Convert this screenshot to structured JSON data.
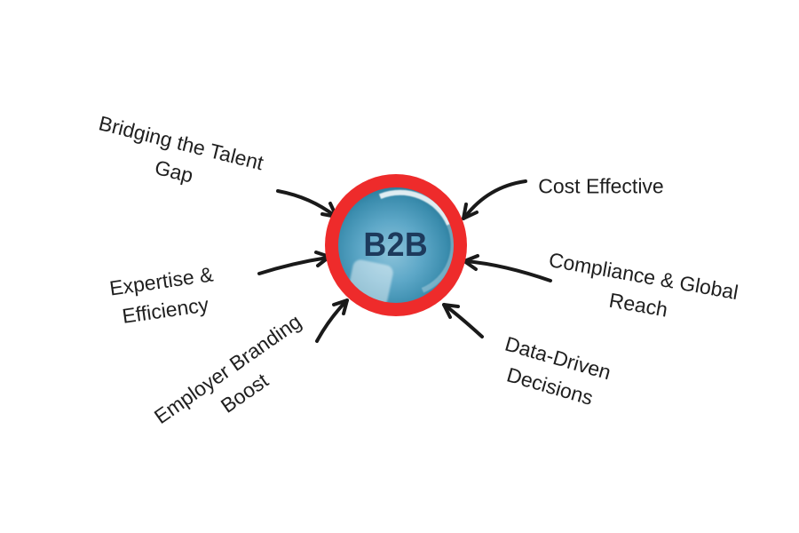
{
  "center": {
    "label": "B2B"
  },
  "labels": {
    "bridging": {
      "line1": "Bridging the Talent",
      "line2": "Gap"
    },
    "cost": {
      "line1": "Cost Effective"
    },
    "expertise": {
      "line1": "Expertise &",
      "line2": "Efficiency"
    },
    "compliance": {
      "line1": "Compliance & Global",
      "line2": "Reach"
    },
    "employer": {
      "line1": "Employer Branding",
      "line2": "Boost"
    },
    "datadriven": {
      "line1": "Data-Driven",
      "line2": "Decisions"
    }
  },
  "colors": {
    "ring_red": "#ee2b2b",
    "sphere_blue": "#4f9cbe",
    "label_text": "#1f1f1f",
    "center_text": "#1d3a5c",
    "arrow": "#1a1a1a",
    "background": "#ffffff"
  }
}
